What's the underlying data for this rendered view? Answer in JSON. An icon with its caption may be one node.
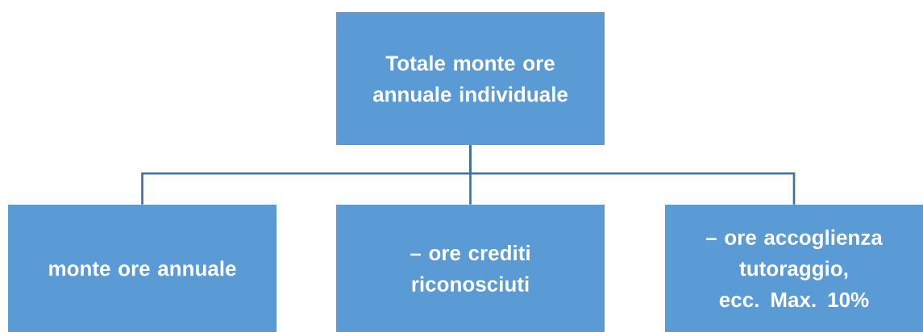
{
  "diagram": {
    "nodes": [
      {
        "text": [
          "Totale monte ore annuale individuale"
        ]
      },
      {
        "text": [
          "monte ore annuale"
        ]
      },
      {
        "text": [
          "– ore crediti riconosciuti"
        ]
      },
      {
        "text": [
          "– ore accoglienza tutoraggio, ecc. Max. 10%"
        ]
      }
    ],
    "edges": [
      {
        "from": 0,
        "to": 1,
        "arrow": "none"
      },
      {
        "from": 0,
        "to": 2,
        "arrow": "none"
      },
      {
        "from": 0,
        "to": 3,
        "arrow": "none"
      }
    ]
  }
}
